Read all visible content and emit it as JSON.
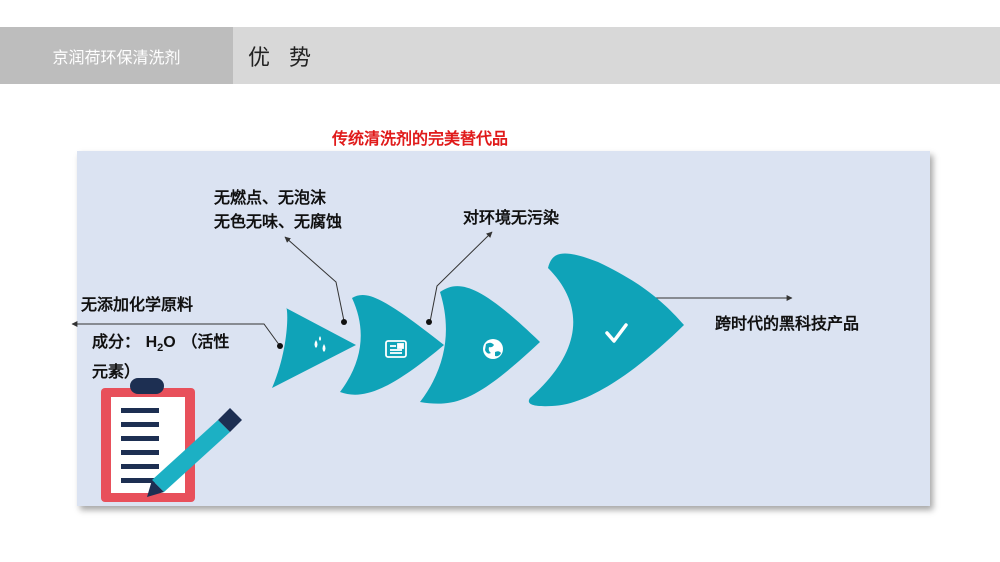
{
  "header": {
    "brand": "京润荷环保清洗剂",
    "section_title": "优 势"
  },
  "slide": {
    "title": "传统清洗剂的完美替代品"
  },
  "diagram": {
    "steps": [
      {
        "label_lines": [
          "无添加化学原料"
        ],
        "icon": "water-drops-icon"
      },
      {
        "label_lines": [
          "无燃点、无泡沫",
          "无色无味、无腐蚀"
        ],
        "icon": "newspaper-icon"
      },
      {
        "label_lines": [
          "对环境无污染"
        ],
        "icon": "globe-icon"
      },
      {
        "label_lines": [
          "跨时代的黑科技产品"
        ],
        "icon": "checkmark-icon"
      }
    ],
    "ingredient_label": "成分：",
    "ingredient_formula_h": "H",
    "ingredient_formula_sub": "2",
    "ingredient_formula_o": "O",
    "ingredient_note_a": "（活性",
    "ingredient_note_b": "元素）"
  },
  "colors": {
    "accent": "#0fa3b8",
    "panel": "#dbe3f2",
    "title_red": "#e01a1a",
    "clipboard_red": "#e8505b",
    "clipboard_navy": "#1d2f52",
    "pen_teal": "#1cb0c4"
  }
}
